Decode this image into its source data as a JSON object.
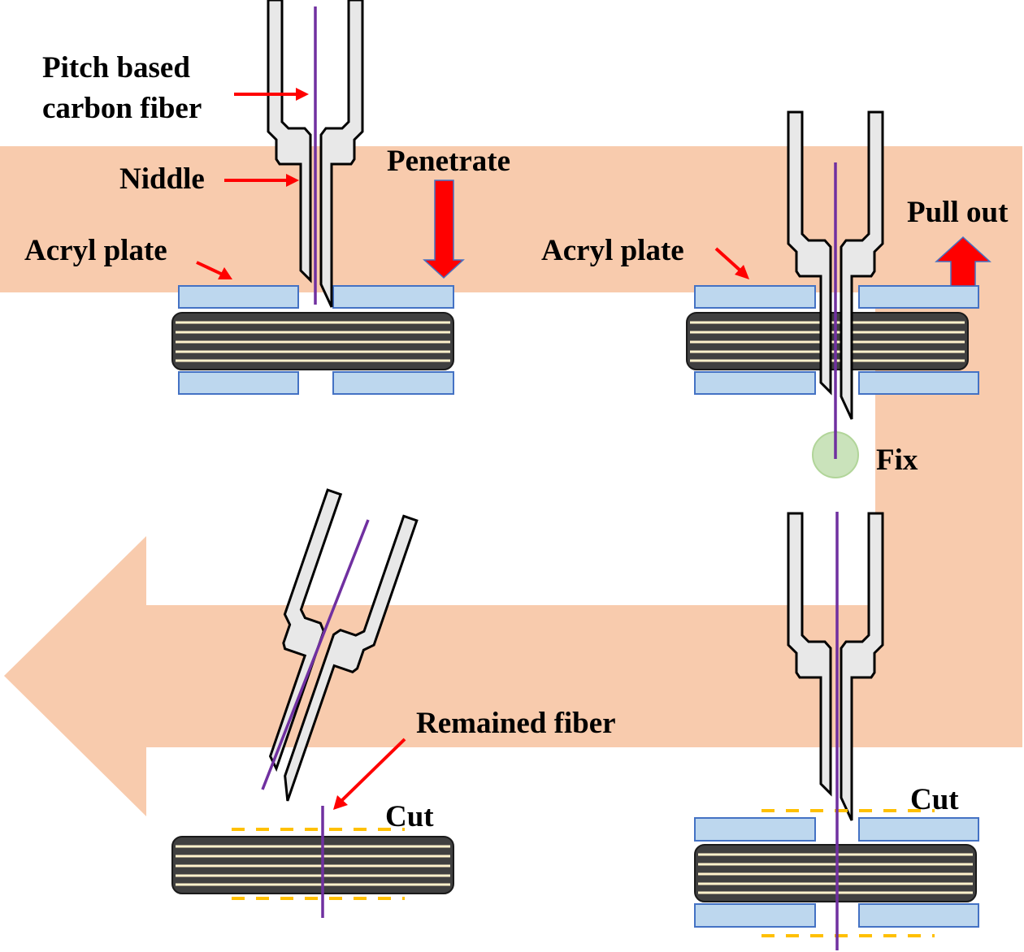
{
  "labels": {
    "fiber_line1": "Pitch based",
    "fiber_line2": "carbon fiber",
    "needle": "Niddle",
    "penetrate": "Penetrate",
    "acryl_plate_1": "Acryl plate",
    "acryl_plate_2": "Acryl plate",
    "pull_out": "Pull out",
    "fix": "Fix",
    "remained_fiber": "Remained fiber",
    "cut_1": "Cut",
    "cut_2": "Cut"
  },
  "colors": {
    "flow_arrow": "#f8cbad",
    "fiber": "#7030a0",
    "acryl_plate": "#bdd7ee",
    "laminate": "#404040",
    "laminate_stripe": "#fff2cc",
    "action_arrow": "#ff0000",
    "cut_line": "#ffc000",
    "fix_point": "#c5e0b4"
  }
}
